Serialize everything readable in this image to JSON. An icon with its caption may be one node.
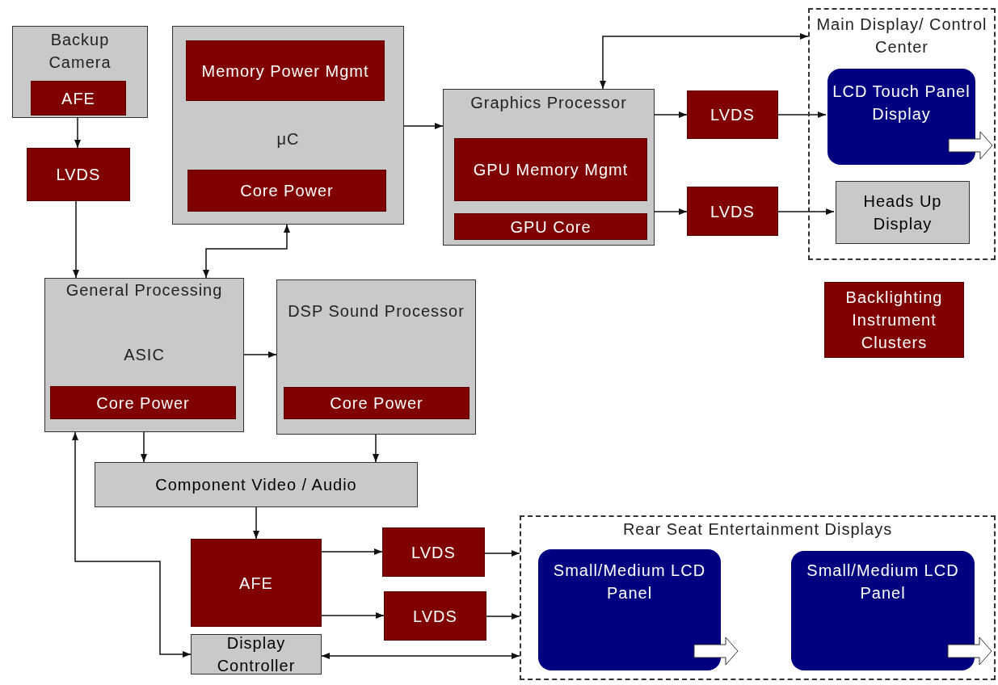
{
  "diagram": {
    "nodes": [
      {
        "text": [
          "Backup Camera"
        ]
      },
      {
        "text": [
          "AFE"
        ],
        "in": 0
      },
      {
        "text": [
          "LVDS"
        ]
      },
      {
        "text": [
          "μC"
        ]
      },
      {
        "text": [
          "Memory Power Mgmt"
        ],
        "in": 3
      },
      {
        "text": [
          "Core Power"
        ],
        "in": 3
      },
      {
        "text": [
          "Graphics Processor"
        ]
      },
      {
        "text": [
          "GPU Memory Mgmt"
        ],
        "in": 6
      },
      {
        "text": [
          "GPU Core"
        ],
        "in": 6
      },
      {
        "text": [
          "LVDS"
        ]
      },
      {
        "text": [
          "LVDS"
        ]
      },
      {
        "text": [
          "Main Display/ Control Center"
        ]
      },
      {
        "text": [
          "LCD Touch Panel Display"
        ],
        "in": 11
      },
      {
        "text": [
          "Heads Up Display"
        ],
        "in": 11
      },
      {
        "text": [
          "Backlighting Instrument Clusters"
        ]
      },
      {
        "text": [
          "General Processing",
          "ASIC"
        ]
      },
      {
        "text": [
          "Core Power"
        ],
        "in": 15
      },
      {
        "text": [
          "DSP Sound Processor"
        ]
      },
      {
        "text": [
          "Core Power"
        ],
        "in": 17
      },
      {
        "text": [
          "Component Video / Audio"
        ]
      },
      {
        "text": [
          "AFE"
        ]
      },
      {
        "text": [
          "LVDS"
        ]
      },
      {
        "text": [
          "LVDS"
        ]
      },
      {
        "text": [
          "Display Controller"
        ]
      },
      {
        "text": [
          "Rear Seat Entertainment Displays"
        ]
      },
      {
        "text": [
          "Small/Medium LCD Panel"
        ],
        "in": 24
      },
      {
        "text": [
          "Small/Medium LCD Panel"
        ],
        "in": 24
      }
    ],
    "edges": [
      {
        "from": 1,
        "to": 2,
        "arrow": "to"
      },
      {
        "from": 2,
        "to": 15,
        "arrow": "to"
      },
      {
        "from": 3,
        "to": 15,
        "arrow": "both"
      },
      {
        "from": 3,
        "to": 6,
        "arrow": "to"
      },
      {
        "from": 6,
        "to": 11,
        "arrow": "both"
      },
      {
        "from": 6,
        "to": 9,
        "arrow": "to"
      },
      {
        "from": 9,
        "to": 12,
        "arrow": "to"
      },
      {
        "from": 6,
        "to": 10,
        "arrow": "to"
      },
      {
        "from": 10,
        "to": 13,
        "arrow": "to"
      },
      {
        "from": 15,
        "to": 17,
        "arrow": "to"
      },
      {
        "from": 15,
        "to": 19,
        "arrow": "to"
      },
      {
        "from": 17,
        "to": 19,
        "arrow": "to"
      },
      {
        "from": 19,
        "to": 20,
        "arrow": "to"
      },
      {
        "from": 20,
        "to": 21,
        "arrow": "to"
      },
      {
        "from": 20,
        "to": 22,
        "arrow": "to"
      },
      {
        "from": 21,
        "to": 24,
        "arrow": "to"
      },
      {
        "from": 22,
        "to": 24,
        "arrow": "to"
      },
      {
        "from": 23,
        "to": 15,
        "arrow": "both"
      },
      {
        "from": 23,
        "to": 24,
        "arrow": "both"
      }
    ]
  }
}
